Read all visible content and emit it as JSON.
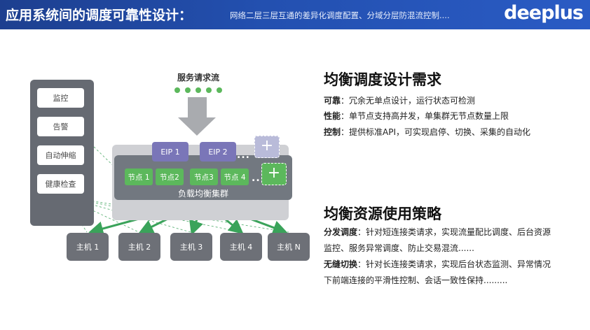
{
  "header": {
    "title": "应用系统间的调度可靠性设计：",
    "subtitle": "网络二层三层互通的差异化调度配置、分域分层防混流控制....",
    "logo": "deeplus"
  },
  "diagram": {
    "flow_label": "服务请求流",
    "side_panel": [
      "监控",
      "告警",
      "自动伸缩",
      "健康检查"
    ],
    "eips": [
      "EIP 1",
      "EIP 2"
    ],
    "eip_more": "...",
    "nodes": [
      "节点 1",
      "节点2",
      "节点3",
      "节点 4"
    ],
    "node_more": "...",
    "plus": "+",
    "cluster_label": "负载均衡集群",
    "hosts": [
      "主机 1",
      "主机 2",
      "主机 3",
      "主机 4",
      "主机 N"
    ],
    "host_more": "...",
    "colors": {
      "eip": "#7a76b8",
      "node": "#5cb85c",
      "arrow": "#3aa35a",
      "panel": "#666a72",
      "host": "#6d7077"
    }
  },
  "section1": {
    "title": "均衡调度设计需求",
    "items": [
      {
        "key": "可靠",
        "text": "：冗余无单点设计，运行状态可检测"
      },
      {
        "key": "性能",
        "text": "：单节点支持高并发，单集群无节点数量上限"
      },
      {
        "key": "控制",
        "text": "：提供标准API，可实现启停、切换、采集的自动化"
      }
    ]
  },
  "section2": {
    "title": "均衡资源使用策略",
    "item1": {
      "key": "分发调度",
      "text": "：针对短连接类请求，实现流量配比调度、后台资源",
      "cont": "监控、服务异常调度、防止交易混流......"
    },
    "item2": {
      "key": "无缝切换",
      "text": "：针对长连接类请求，实现后台状态监测、异常情况",
      "cont": "下前端连接的平滑性控制、会话一致性保持........."
    }
  }
}
